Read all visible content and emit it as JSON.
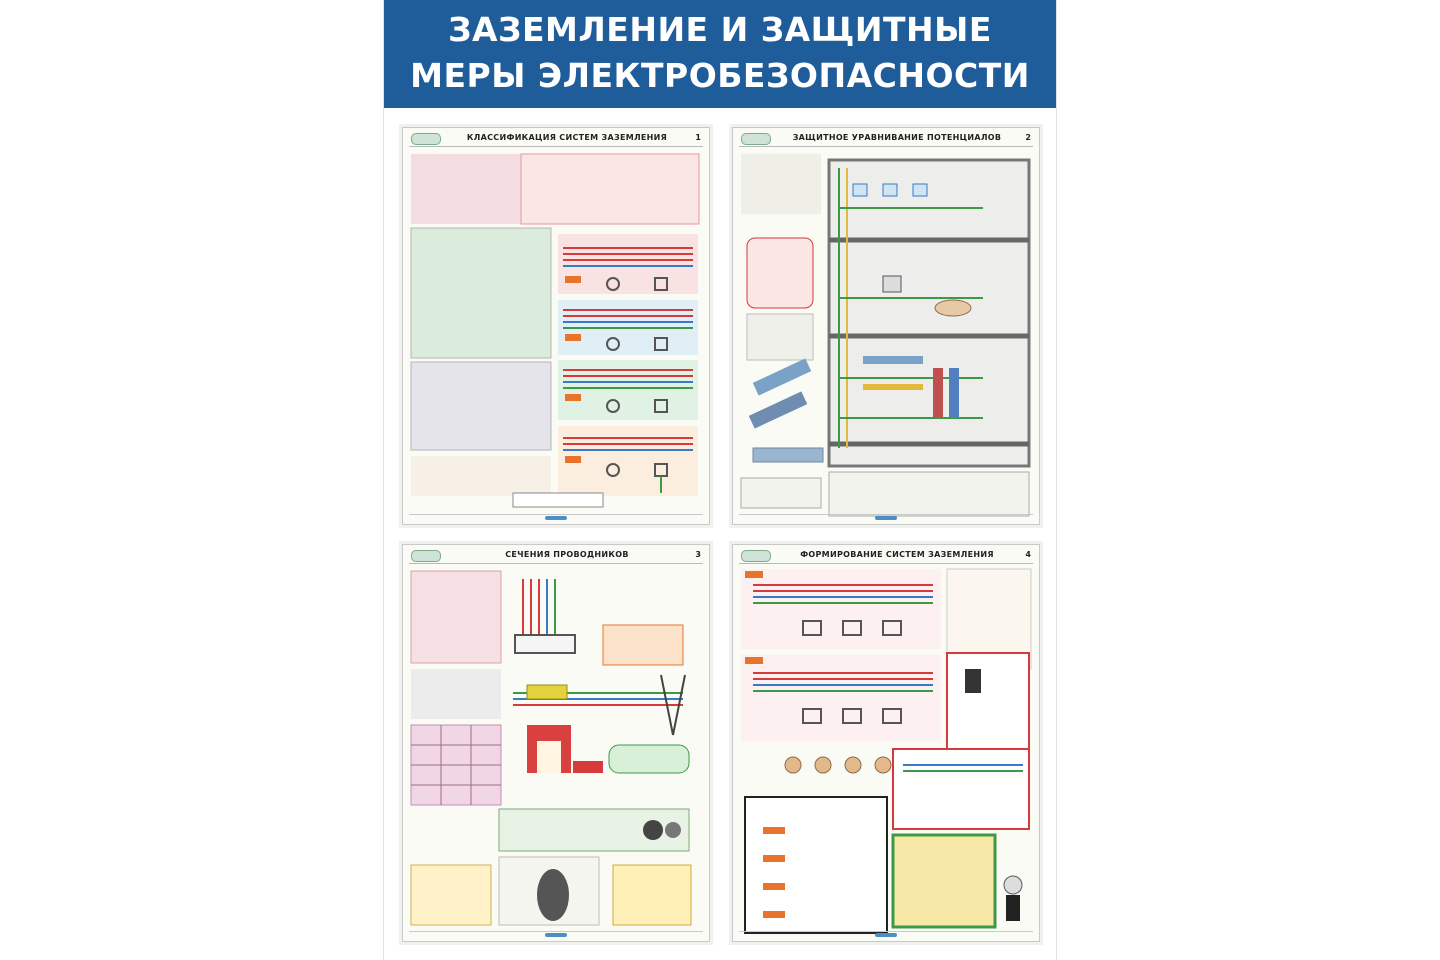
{
  "banner": {
    "title_line1": "ЗАЗЕМЛЕНИЕ И ЗАЩИТНЫЕ",
    "title_line2": "МЕРЫ ЭЛЕКТРОБЕЗОПАСНОСТИ"
  },
  "posters": [
    {
      "title": "КЛАССИФИКАЦИЯ СИСТЕМ ЗАЗЕМЛЕНИЯ",
      "number": "1"
    },
    {
      "title": "ЗАЩИТНОЕ УРАВНИВАНИЕ ПОТЕНЦИАЛОВ",
      "number": "2"
    },
    {
      "title": "СЕЧЕНИЯ ПРОВОДНИКОВ",
      "number": "3"
    },
    {
      "title": "ФОРМИРОВАНИЕ СИСТЕМ ЗАЗЕМЛЕНИЯ",
      "number": "4"
    }
  ],
  "colors": {
    "banner": "#1f5d9a",
    "neutral_blue": "#3a78c8",
    "phase_red": "#d63a3a",
    "pe_green": "#3c9a46",
    "label_orange": "#e8742c"
  }
}
